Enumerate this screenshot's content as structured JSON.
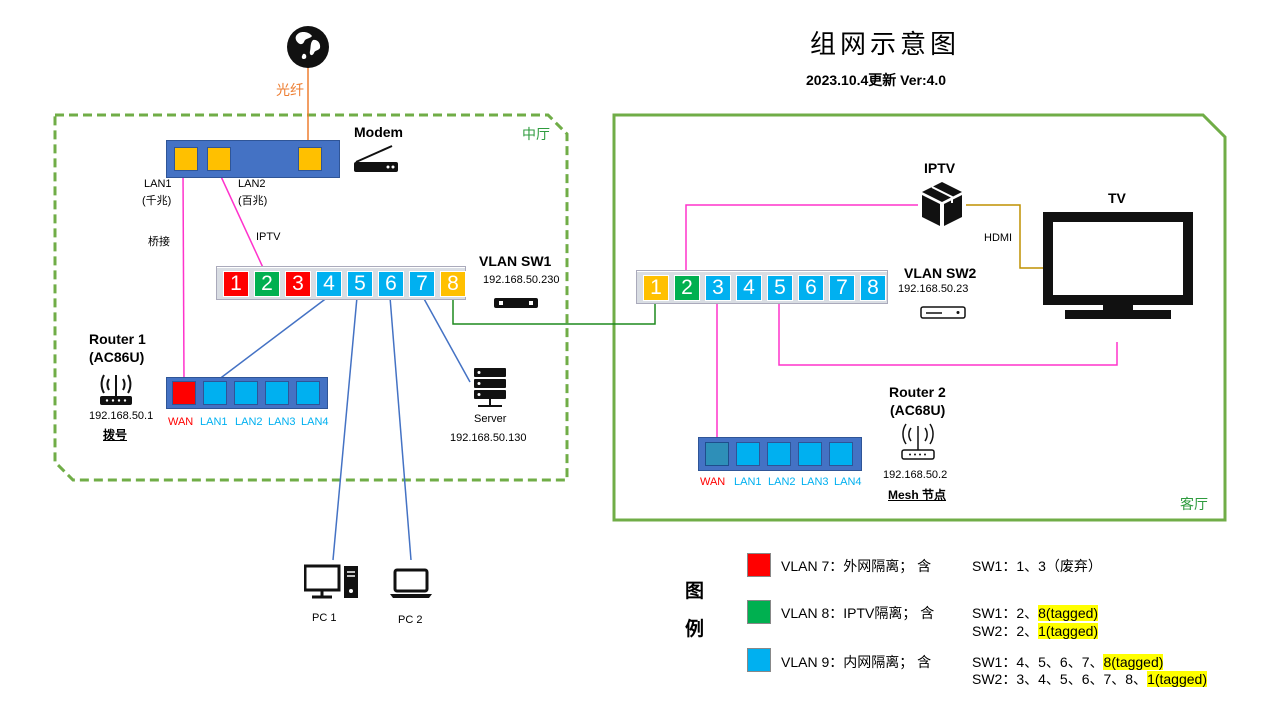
{
  "title": "组网示意图",
  "subtitle": "2023.10.4更新 Ver:4.0",
  "rooms": {
    "left": "中厅",
    "right": "客厅"
  },
  "fiber_label": "光纤",
  "modem": {
    "name": "Modem",
    "lan1": "LAN1",
    "lan1_speed": "(千兆)",
    "lan2": "LAN2",
    "lan2_speed": "(百兆)"
  },
  "bridge_label": "桥接",
  "iptv_link_label": "IPTV",
  "sw1": {
    "name": "VLAN SW1",
    "ip": "192.168.50.230",
    "ports": [
      "1",
      "2",
      "3",
      "4",
      "5",
      "6",
      "7",
      "8"
    ]
  },
  "sw2": {
    "name": "VLAN SW2",
    "ip": "192.168.50.23",
    "ports": [
      "1",
      "2",
      "3",
      "4",
      "5",
      "6",
      "7",
      "8"
    ]
  },
  "router1": {
    "name": "Router 1",
    "model": "(AC86U)",
    "ip": "192.168.50.1",
    "mode": "拨号",
    "wan": "WAN",
    "lans": [
      "LAN1",
      "LAN2",
      "LAN3",
      "LAN4"
    ]
  },
  "router2": {
    "name": "Router 2",
    "model": "(AC68U)",
    "ip": "192.168.50.2",
    "mode": "Mesh 节点",
    "wan": "WAN",
    "lans": [
      "LAN1",
      "LAN2",
      "LAN3",
      "LAN4"
    ]
  },
  "server": {
    "name": "Server",
    "ip": "192.168.50.130"
  },
  "pc1": "PC 1",
  "pc2": "PC 2",
  "iptv": "IPTV",
  "tv": "TV",
  "hdmi": "HDMI",
  "legend": {
    "title_1": "图",
    "title_2": "例",
    "items": [
      {
        "color": "#ff0000",
        "label": "VLAN 7：外网隔离；  含",
        "sw1": "SW1：1、3（废弃）",
        "sw1_tag": "",
        "sw2": "",
        "sw2_tag": ""
      },
      {
        "color": "#00b050",
        "label": "VLAN 8：IPTV隔离；  含",
        "sw1": "SW1：2、",
        "sw1_tag": "8(tagged)",
        "sw2": "SW2：2、",
        "sw2_tag": "1(tagged)"
      },
      {
        "color": "#00b0f0",
        "label": "VLAN 9：内网隔离；  含",
        "sw1": "SW1：4、5、6、7、",
        "sw1_tag": "8(tagged)",
        "sw2": "SW2：3、4、5、6、7、8、",
        "sw2_tag": "1(tagged)"
      }
    ]
  },
  "colors": {
    "room_border": "#70ad47",
    "vlan7": "#ff0000",
    "vlan8": "#00b050",
    "vlan9": "#00b0f0",
    "iptv_wire": "#ff33cc",
    "lan_wire": "#4472c4",
    "trunk_wire": "#1e8a1e",
    "fiber_wire": "#ed7d31",
    "hdmi_wire": "#bf9000"
  }
}
